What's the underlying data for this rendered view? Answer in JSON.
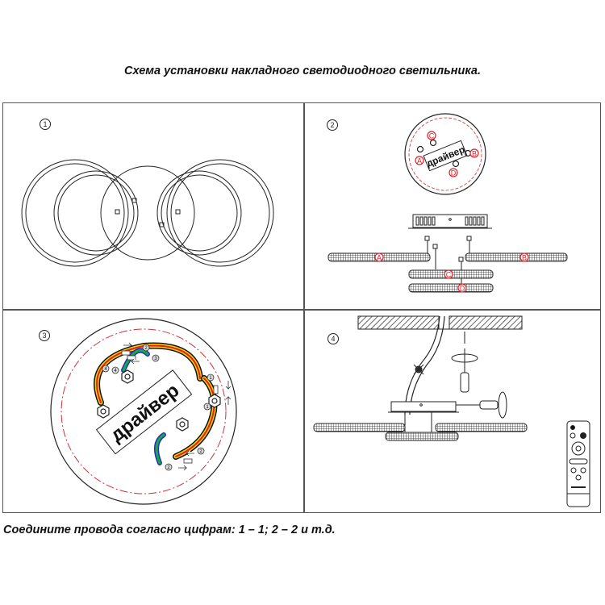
{
  "title": "Схема установки накладного светодиодного светильника.",
  "footer": "Соедините провода согласно цифрам: 1 – 1; 2 – 2 и т.д.",
  "panels": [
    {
      "step": "1"
    },
    {
      "step": "2",
      "driver_label": "драйвер",
      "markers": [
        "A",
        "B",
        "C",
        "D"
      ]
    },
    {
      "step": "3",
      "driver_label": "драйвер",
      "wire_numbers": [
        "1",
        "2",
        "3",
        "4"
      ]
    },
    {
      "step": "4"
    }
  ],
  "colors": {
    "marker": "#d9232a",
    "wire_red": "#e02020",
    "wire_yellow": "#f5d000",
    "wire_black": "#111111",
    "wire_green": "#1fa83a",
    "wire_blue": "#2030d0",
    "dash": "#c9313a"
  }
}
